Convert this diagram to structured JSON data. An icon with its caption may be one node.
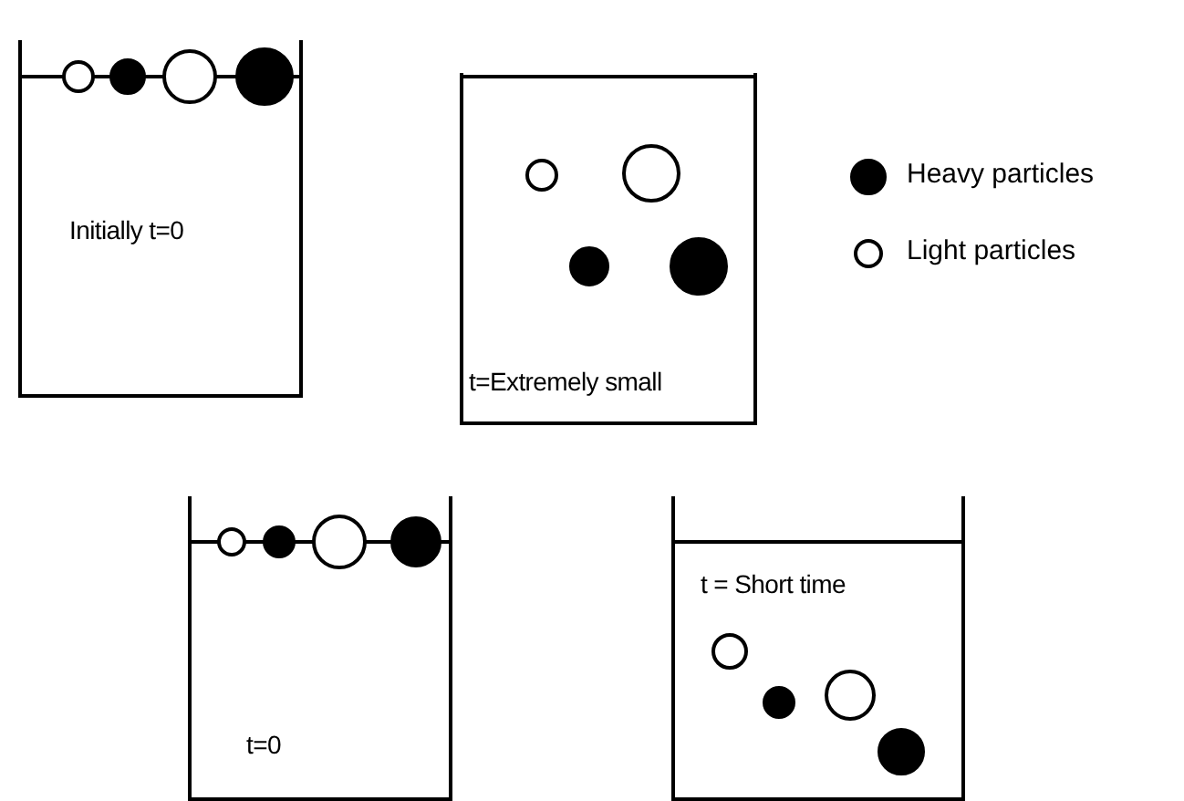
{
  "diagram": {
    "nodes": [
      {
        "text": [
          "Initially t=0"
        ]
      },
      {
        "text": [
          "t=Extremely small"
        ]
      },
      {
        "text": [
          "t=0"
        ]
      },
      {
        "text": [
          "t = Short time"
        ]
      }
    ],
    "legend": [
      {
        "text": "Heavy particles"
      },
      {
        "text": "Light particles"
      }
    ]
  }
}
